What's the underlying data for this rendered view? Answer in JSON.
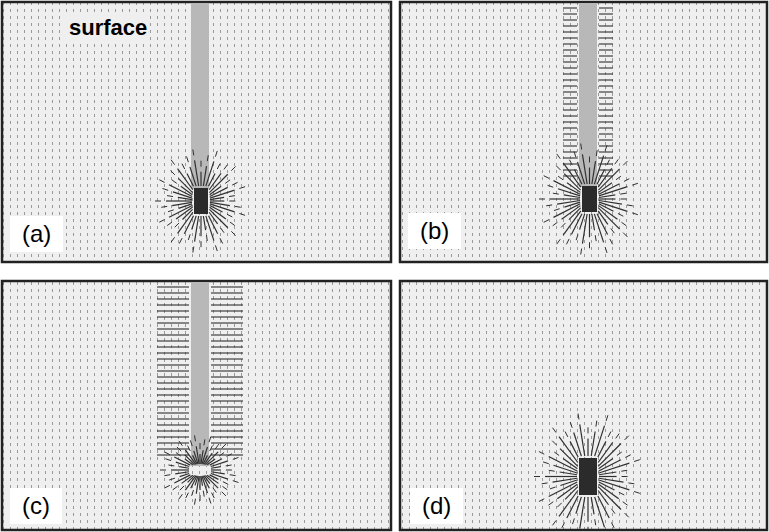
{
  "diagram": {
    "labels": [
      "surface",
      "(a)",
      "(b)",
      "(c)",
      "(d)"
    ]
  }
}
